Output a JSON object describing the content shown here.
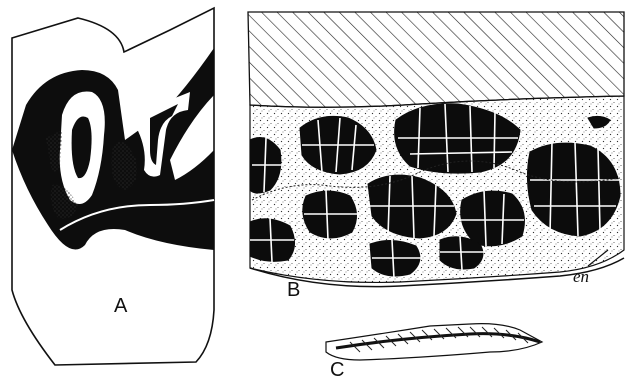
{
  "figure": {
    "panels": [
      {
        "id": "A",
        "label": "A",
        "subject": "longitudinal-section-outline"
      },
      {
        "id": "B",
        "label": "B",
        "subject": "section-with-dark-cell-clusters",
        "annotation": "en"
      },
      {
        "id": "C",
        "label": "C",
        "subject": "small-fibrous-sketch"
      }
    ]
  }
}
